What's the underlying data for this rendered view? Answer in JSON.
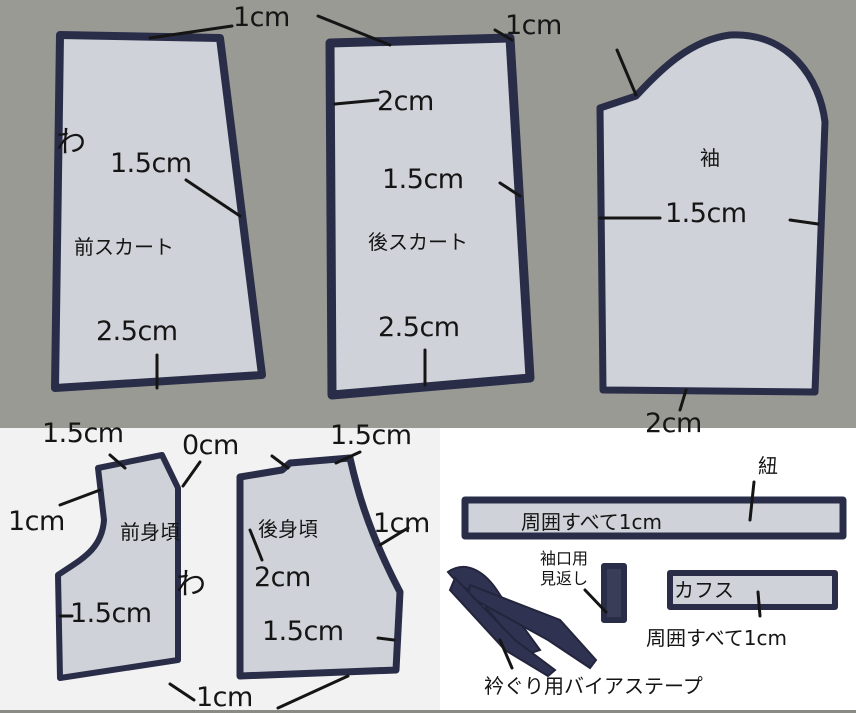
{
  "pieces": {
    "front_skirt": {
      "name": "前スカート",
      "fold": "わ",
      "top": "1cm",
      "side": "1.5cm",
      "hem": "2.5cm"
    },
    "back_skirt": {
      "name": "後スカート",
      "top": "1cm",
      "center": "2cm",
      "side": "1.5cm",
      "hem": "2.5cm"
    },
    "sleeve": {
      "name": "袖",
      "side": "1.5cm",
      "hem": "2cm"
    },
    "front_bodice": {
      "name": "前身頃",
      "fold": "わ",
      "shoulder": "1.5cm",
      "armhole": "1cm",
      "neck": "0cm",
      "side": "1.5cm"
    },
    "back_bodice": {
      "name": "後身頃",
      "center": "2cm",
      "armhole": "1cm",
      "shoulder": "1.5cm",
      "side": "1.5cm",
      "waist": "1cm"
    },
    "tie": {
      "name": "紐",
      "note": "周囲すべて1cm"
    },
    "cuff_facing": {
      "name": "袖口用\n見返し"
    },
    "cuff": {
      "name": "カフス",
      "note": "周囲すべて1cm"
    },
    "bias_tape": {
      "name": "衿ぐり用バイアステープ"
    }
  },
  "colors": {
    "board_top": "#9a9a95",
    "board_bottom": "#ffffff",
    "felt": "#cfd2d8",
    "binding": "#2a2d48",
    "ink": "#151515"
  }
}
